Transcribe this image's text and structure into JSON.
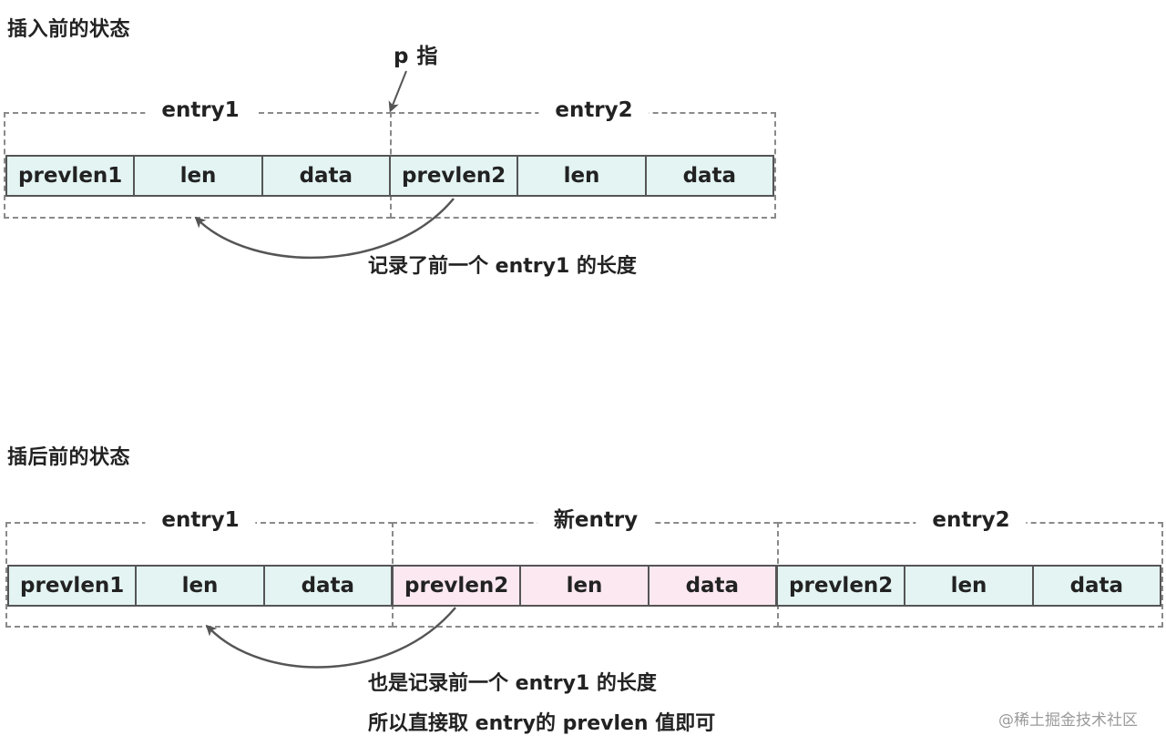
{
  "before": {
    "heading": "插入前的状态",
    "pointer_label": "p 指",
    "entry1": {
      "label": "entry1",
      "cells": [
        "prevlen1",
        "len",
        "data"
      ]
    },
    "entry2": {
      "label": "entry2",
      "cells": [
        "prevlen2",
        "len",
        "data"
      ]
    },
    "caption": "记录了前一个 entry1 的长度"
  },
  "after": {
    "heading": "插后前的状态",
    "entry1": {
      "label": "entry1",
      "cells": [
        "prevlen1",
        "len",
        "data"
      ]
    },
    "new_entry": {
      "label": "新entry",
      "cells": [
        "prevlen2",
        "len",
        "data"
      ]
    },
    "entry2": {
      "label": "entry2",
      "cells": [
        "prevlen2",
        "len",
        "data"
      ]
    },
    "caption_line1": "也是记录前一个 entry1 的长度",
    "caption_line2": "所以直接取 entry的 prevlen 值即可"
  },
  "watermark": "@稀土掘金技术社区",
  "colors": {
    "cell_teal": "#e3f4f2",
    "cell_pink": "#fbe8f0",
    "border": "#555555",
    "dashed": "#8a8a8a",
    "arrow": "#555555"
  }
}
